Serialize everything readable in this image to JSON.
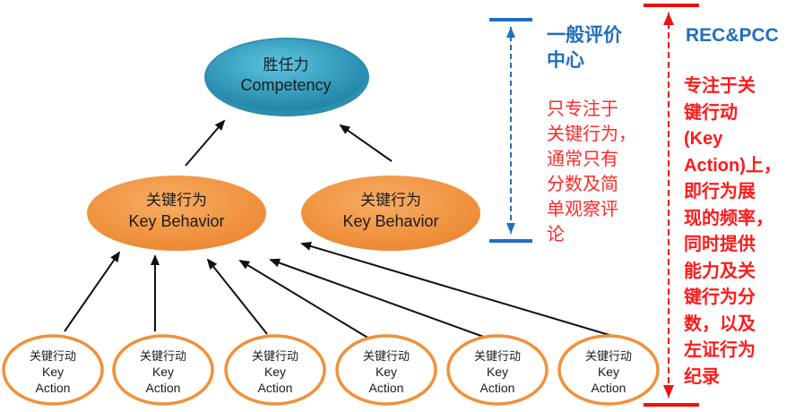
{
  "competency": {
    "cn": "胜任力",
    "en": "Competency"
  },
  "behaviors": [
    {
      "cn": "关键行为",
      "en": "Key Behavior"
    },
    {
      "cn": "关键行为",
      "en": "Key Behavior"
    }
  ],
  "actions": [
    {
      "cn": "关键行动",
      "en1": "Key",
      "en2": "Action"
    },
    {
      "cn": "关键行动",
      "en1": "Key",
      "en2": "Action"
    },
    {
      "cn": "关键行动",
      "en1": "Key",
      "en2": "Action"
    },
    {
      "cn": "关键行动",
      "en1": "Key",
      "en2": "Action"
    },
    {
      "cn": "关键行动",
      "en1": "Key",
      "en2": "Action"
    },
    {
      "cn": "关键行动",
      "en1": "Key",
      "en2": "Action"
    }
  ],
  "general_center": {
    "title": "一般评价\n中心",
    "body": "只专注于\n关键行为，\n通常只有\n分数及简\n单观察评\n论"
  },
  "rec_pcc": {
    "title": "REC&PCC",
    "body": "专注于关\n键行动\n(Key\nAction)上，\n即行为展\n现的频率，\n同时提供\n能力及关\n键行为分\n数，以及\n左证行为\n纪录"
  },
  "colors": {
    "competency_fill": "#2a8fb0",
    "behavior_fill": "#f0913a",
    "action_stroke": "#f0913a",
    "blue_bracket": "#1f6fc0",
    "red_bracket": "#ee1111"
  }
}
